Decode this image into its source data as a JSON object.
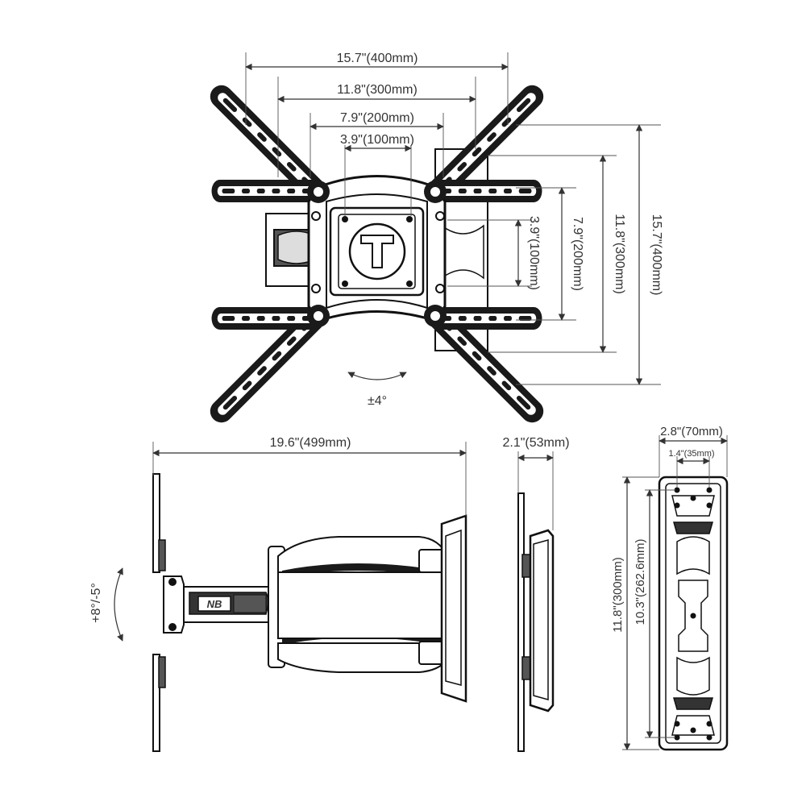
{
  "front_view": {
    "dim_h_400": "15.7\"(400mm)",
    "dim_h_300": "11.8\"(300mm)",
    "dim_h_200": "7.9\"(200mm)",
    "dim_h_100": "3.9\"(100mm)",
    "dim_v_100": "3.9\"(100mm)",
    "dim_v_200": "7.9\"(200mm)",
    "dim_v_300": "11.8\"(300mm)",
    "dim_v_400": "15.7\"(400mm)",
    "rotation": "±4°"
  },
  "side_view": {
    "extension": "19.6\"(499mm)",
    "tilt": "+8°/-5°",
    "logo": "NB"
  },
  "profile_view": {
    "depth": "2.1\"(53mm)"
  },
  "wall_plate_view": {
    "width": "2.8\"(70mm)",
    "hole_spacing": "1.4\"(35mm)",
    "height": "11.8\"(300mm)",
    "hole_height": "10.3\"(262.6mm)"
  }
}
